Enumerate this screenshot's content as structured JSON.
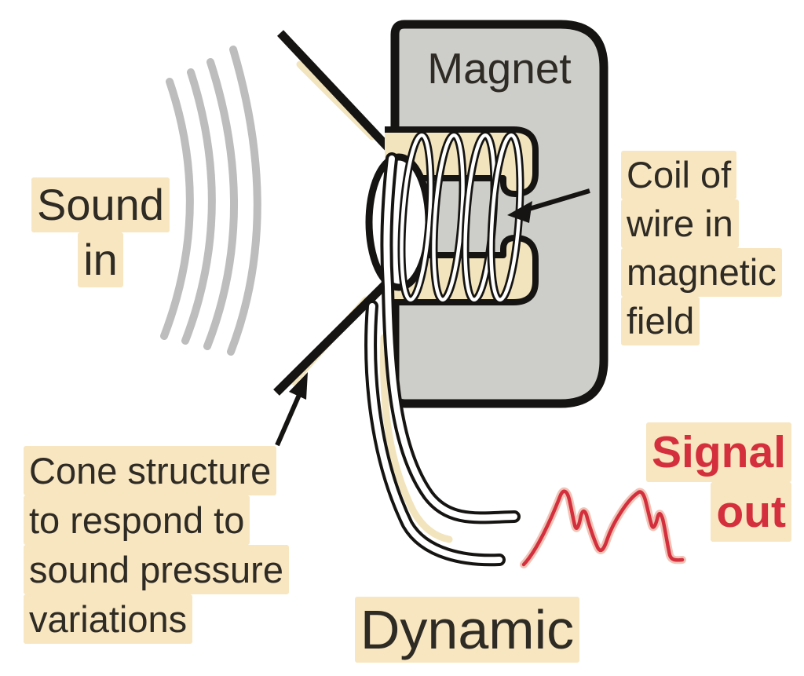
{
  "labels": {
    "sound_in": {
      "line1": "Sound",
      "line2": "in"
    },
    "magnet": "Magnet",
    "coil": {
      "lines": [
        "Coil of",
        "wire in",
        "magnetic",
        "field"
      ]
    },
    "cone": {
      "lines": [
        "Cone structure",
        "to respond to",
        "sound pressure",
        "variations"
      ]
    },
    "signal_out": {
      "line1": "Signal",
      "line2": "out"
    }
  },
  "caption": "Dynamic",
  "colors": {
    "ink": "#161412",
    "text_ink": "#2e2a24",
    "magnet_gray": "#cdcdca",
    "slot_cream": "#f2e4bd",
    "highlight": "#f8e6c0",
    "wave_gray": "#bdbdbd",
    "signal_red": "#d42f3c",
    "wire_core": "#ffffff",
    "halo_pink": "#f0c3b6"
  }
}
